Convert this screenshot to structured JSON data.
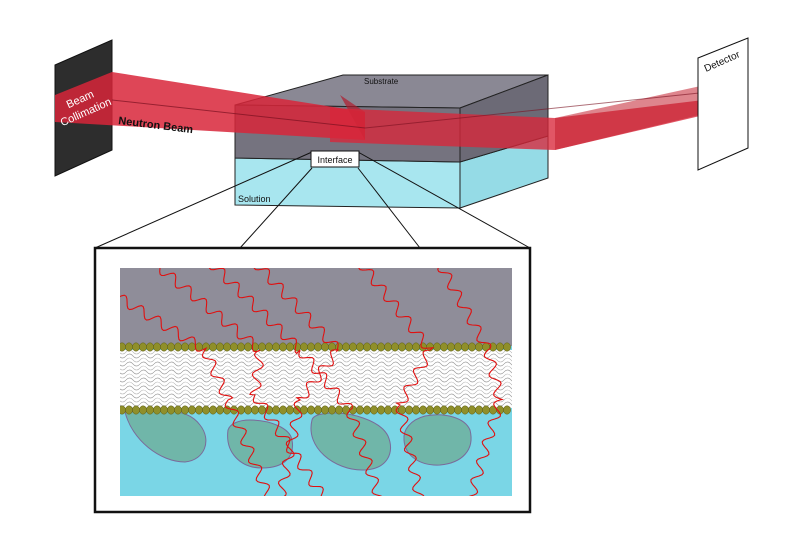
{
  "labels": {
    "beam_collimation_line1": "Beam",
    "beam_collimation_line2": "Collimation",
    "neutron_beam": "Neutron Beam",
    "substrate": "Substrate",
    "interface": "Interface",
    "solution": "Solution",
    "detector": "Detector"
  },
  "colors": {
    "beam_red": "#d8263a",
    "beam_red_dark": "#b01c2e",
    "substrate_gray": "#7d7b88",
    "solution_cyan": "#a8e6ef",
    "inset_gray": "#8f8d99",
    "inset_cyan": "#7ad6e6",
    "headgroup_olive": "#8f8f2a",
    "protein_green": "#6fb3a2",
    "wave_red": "#e01010",
    "collimator_black": "#2a2a2a"
  },
  "icons": [
    "neutron-wave-icon",
    "lipid-headgroup-icon",
    "protein-blob-icon"
  ]
}
